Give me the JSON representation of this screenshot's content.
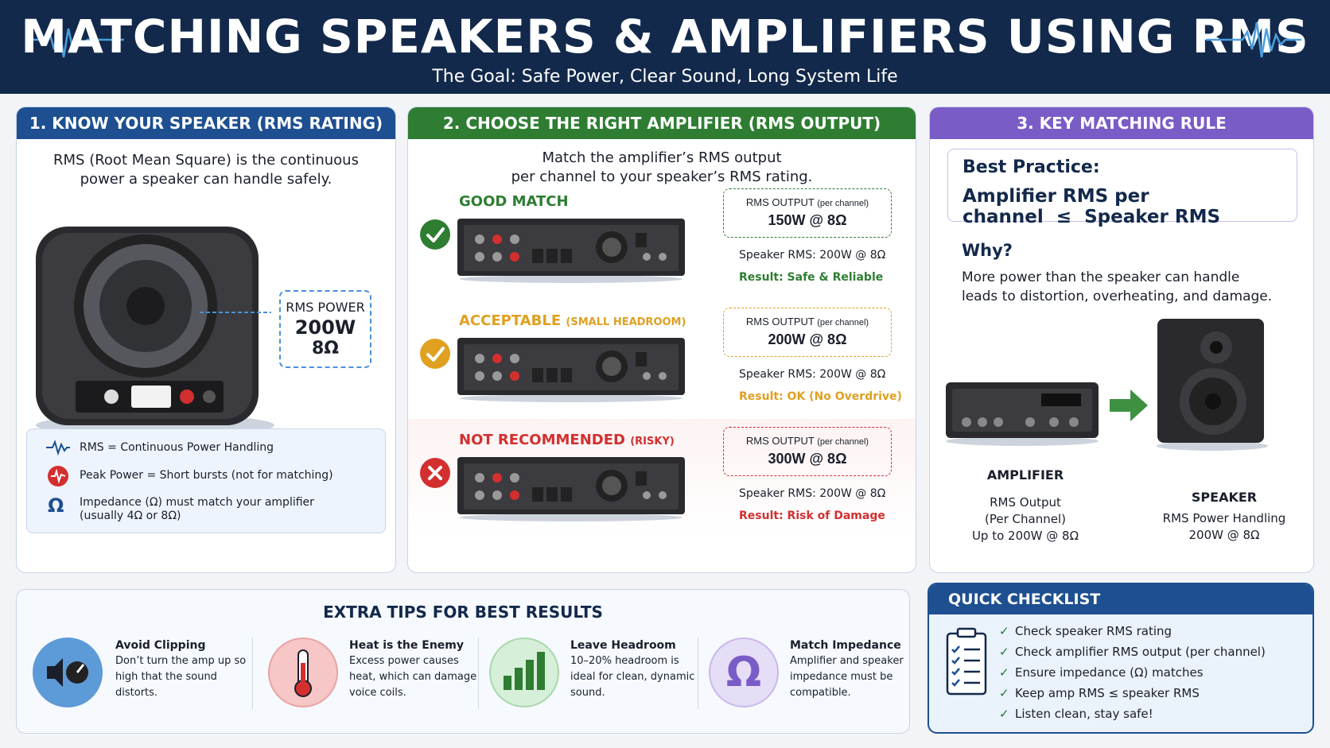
{
  "header": {
    "title": "MATCHING SPEAKERS & AMPLIFIERS USING RMS",
    "subtitle": "The Goal: Safe Power, Clear Sound, Long System Life"
  },
  "panel1": {
    "title": "1. KNOW YOUR SPEAKER (RMS RATING)",
    "intro_line1": "RMS (Root Mean Square) is the continuous",
    "intro_line2": "power a speaker can handle safely.",
    "callout": {
      "label": "RMS POWER",
      "watts": "200W",
      "ohms": "8Ω"
    },
    "legend": [
      {
        "icon": "waveform-icon",
        "text": "RMS = Continuous Power Handling"
      },
      {
        "icon": "peak-pulse-icon",
        "text": "Peak Power = Short bursts (not for matching)"
      },
      {
        "icon": "omega-icon",
        "text_line1": "Impedance (Ω) must match your amplifier",
        "text_line2": "(usually 4Ω or 8Ω)"
      }
    ]
  },
  "panel2": {
    "title": "2. CHOOSE THE RIGHT AMPLIFIER (RMS OUTPUT)",
    "intro_line1": "Match the amplifier’s RMS output",
    "intro_line2": "per channel to your speaker’s RMS rating.",
    "rows": [
      {
        "title": "GOOD MATCH",
        "title_small": "",
        "status_icon": "check-circle-icon",
        "color": "#2e7d32",
        "rms_label": "RMS OUTPUT",
        "rms_label_small": "(per channel)",
        "rms_value": "150W @ 8Ω",
        "speaker": "Speaker RMS: 200W @ 8Ω",
        "result": "Result: Safe & Reliable"
      },
      {
        "title": "ACCEPTABLE",
        "title_small": "(SMALL HEADROOM)",
        "status_icon": "check-circle-icon",
        "color": "#e0a020",
        "rms_label": "RMS OUTPUT",
        "rms_label_small": "(per channel)",
        "rms_value": "200W @ 8Ω",
        "speaker": "Speaker RMS: 200W @ 8Ω",
        "result": "Result: OK (No Overdrive)"
      },
      {
        "title": "NOT RECOMMENDED",
        "title_small": "(RISKY)",
        "status_icon": "x-circle-icon",
        "color": "#d32f2f",
        "rms_label": "RMS OUTPUT",
        "rms_label_small": "(per channel)",
        "rms_value": "300W @ 8Ω",
        "speaker": "Speaker RMS: 200W @ 8Ω",
        "result": "Result: Risk of Damage"
      }
    ]
  },
  "panel3": {
    "title": "3. KEY MATCHING RULE",
    "best_label": "Best Practice:",
    "rule_left": "Amplifier RMS per channel",
    "rule_op": "≤",
    "rule_right": "Speaker RMS",
    "why_label": "Why?",
    "why_line1": "More power than the speaker can handle",
    "why_line2": "leads to distortion, overheating, and damage.",
    "amp": {
      "title": "AMPLIFIER",
      "l1": "RMS Output",
      "l2": "(Per Channel)",
      "l3": "Up to 200W @ 8Ω"
    },
    "speaker": {
      "title": "SPEAKER",
      "l1": "RMS Power Handling",
      "l2": "200W @ 8Ω"
    }
  },
  "tips": {
    "title": "EXTRA TIPS FOR BEST RESULTS",
    "items": [
      {
        "icon": "volume-knob-icon",
        "title": "Avoid Clipping",
        "l1": "Don’t turn the amp up so",
        "l2": "high that the sound",
        "l3": "distorts."
      },
      {
        "icon": "thermometer-icon",
        "title": "Heat is the Enemy",
        "l1": "Excess power causes",
        "l2": "heat, which can damage",
        "l3": "voice coils."
      },
      {
        "icon": "bar-chart-icon",
        "title": "Leave Headroom",
        "l1": "10–20% headroom is",
        "l2": "ideal for clean, dynamic",
        "l3": "sound."
      },
      {
        "icon": "omega-icon",
        "title": "Match Impedance",
        "l1": "Amplifier and speaker",
        "l2": "impedance must be",
        "l3": "compatible."
      }
    ]
  },
  "checklist": {
    "title": "QUICK CHECKLIST",
    "items": [
      "Check speaker RMS rating",
      "Check amplifier RMS output (per channel)",
      "Ensure impedance (Ω) matches",
      "Keep amp RMS ≤ speaker RMS",
      "Listen clean, stay safe!"
    ]
  },
  "colors": {
    "navy": "#13294b",
    "blue": "#1d4f91",
    "green": "#2e7d32",
    "purple": "#7a5cc7",
    "amber": "#e0a020",
    "red": "#d32f2f"
  }
}
